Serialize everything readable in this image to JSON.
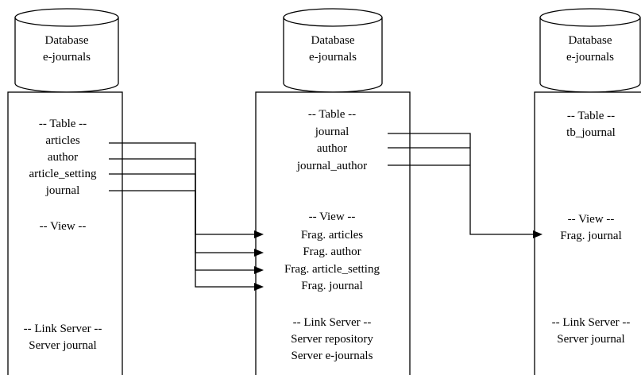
{
  "servers": [
    {
      "database": {
        "line1": "Database",
        "line2": "e-journals"
      },
      "table_header": "-- Table --",
      "tables": [
        "articles",
        "author",
        "article_setting",
        "journal"
      ],
      "view_header": "-- View --",
      "views": [],
      "link_header": "-- Link Server --",
      "links": [
        "Server journal"
      ]
    },
    {
      "database": {
        "line1": "Database",
        "line2": "e-journals"
      },
      "table_header": "-- Table --",
      "tables": [
        "journal",
        "author",
        "journal_author"
      ],
      "view_header": "-- View --",
      "views": [
        "Frag. articles",
        "Frag. author",
        "Frag. article_setting",
        "Frag. journal"
      ],
      "link_header": "-- Link Server --",
      "links": [
        "Server repository",
        "Server e-journals"
      ]
    },
    {
      "database": {
        "line1": "Database",
        "line2": "e-journals"
      },
      "table_header": "-- Table --",
      "tables": [
        "tb_journal"
      ],
      "view_header": "-- View --",
      "views": [
        "Frag. journal"
      ],
      "link_header": "-- Link Server --",
      "links": [
        "Server journal"
      ]
    }
  ]
}
